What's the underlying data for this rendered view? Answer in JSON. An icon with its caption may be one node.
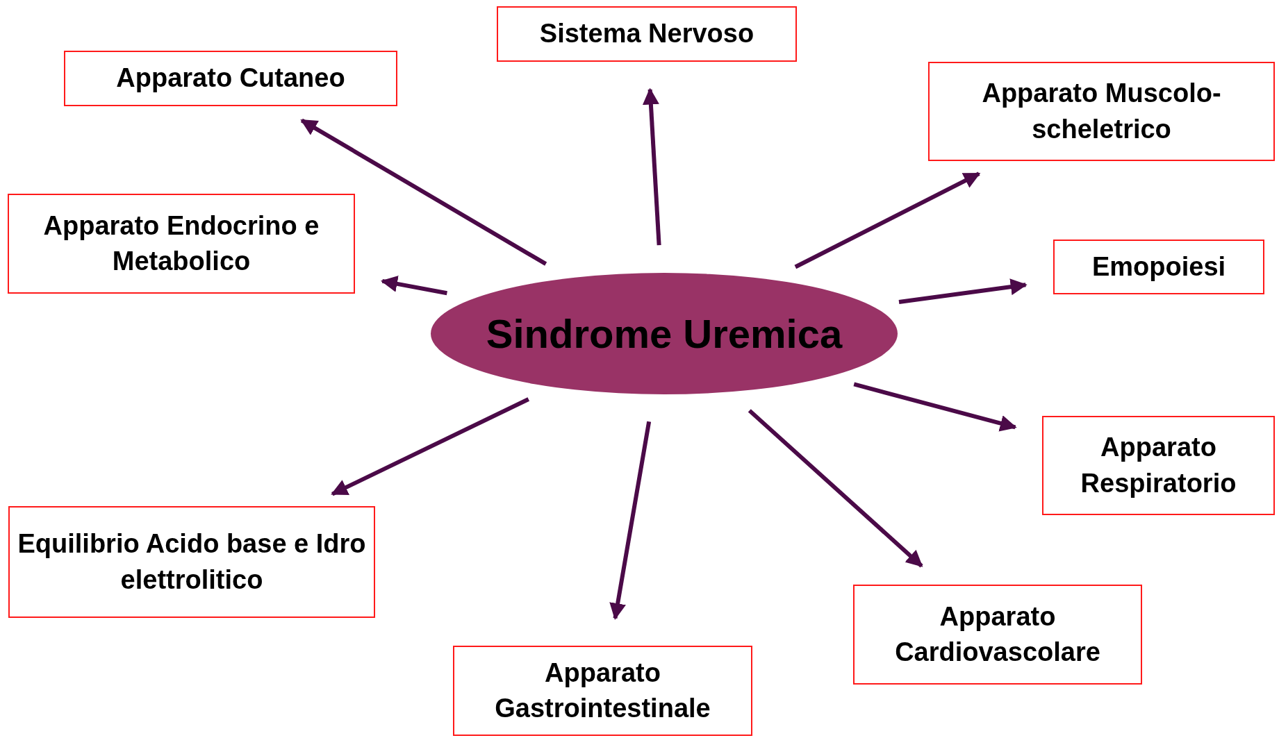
{
  "diagram": {
    "nodes": [
      {
        "text": [
          "Sindrome Uremica"
        ]
      },
      {
        "text": [
          "Sistema Nervoso"
        ]
      },
      {
        "text": [
          "Apparato Cutaneo"
        ]
      },
      {
        "text": [
          "Apparato Muscolo-scheletrico"
        ]
      },
      {
        "text": [
          "Apparato Endocrino e Metabolico"
        ]
      },
      {
        "text": [
          "Emopoiesi"
        ]
      },
      {
        "text": [
          "Apparato Respiratorio"
        ]
      },
      {
        "text": [
          "Equilibrio Acido base e Idro elettrolitico"
        ]
      },
      {
        "text": [
          "Apparato Cardiovascolare"
        ]
      },
      {
        "text": [
          "Apparato Gastrointestinale"
        ]
      }
    ],
    "edges": [
      {
        "from": 0,
        "to": 1,
        "arrow": "to"
      },
      {
        "from": 0,
        "to": 2,
        "arrow": "to"
      },
      {
        "from": 0,
        "to": 3,
        "arrow": "to"
      },
      {
        "from": 0,
        "to": 4,
        "arrow": "to"
      },
      {
        "from": 0,
        "to": 5,
        "arrow": "to"
      },
      {
        "from": 0,
        "to": 6,
        "arrow": "to"
      },
      {
        "from": 0,
        "to": 7,
        "arrow": "to"
      },
      {
        "from": 0,
        "to": 8,
        "arrow": "to"
      },
      {
        "from": 0,
        "to": 9,
        "arrow": "to"
      }
    ]
  }
}
